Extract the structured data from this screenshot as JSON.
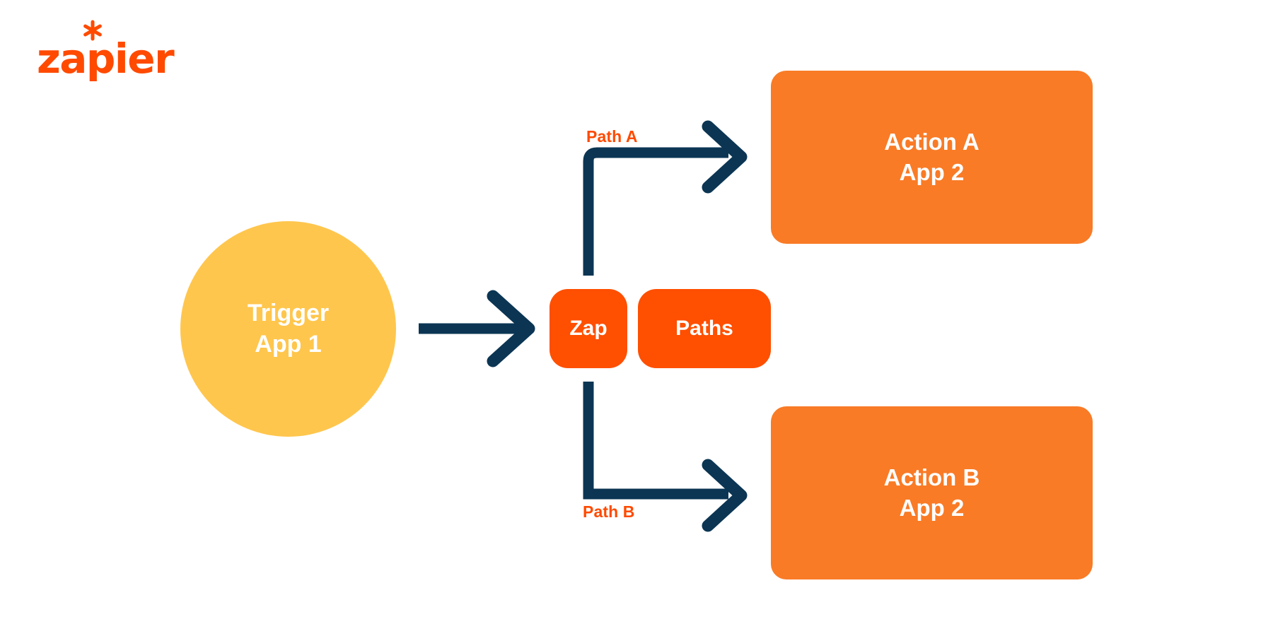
{
  "brand": {
    "logo_text": "zapier",
    "logo_icon": "asterisk-icon",
    "orange": "#FF4A00",
    "bright_orange": "#FF4F00",
    "card_orange": "#F97B26",
    "yellow": "#FFC64D",
    "navy": "#0B3553",
    "white": "#FFFFFF"
  },
  "diagram": {
    "type": "flowchart",
    "trigger": {
      "shape": "circle",
      "line1": "Trigger",
      "line2": "App 1",
      "color": "#FFC64D"
    },
    "zap": {
      "shape": "rounded-square",
      "label": "Zap",
      "color": "#FF4F00"
    },
    "paths": {
      "shape": "rounded-rect",
      "label": "Paths",
      "color": "#FF4F00"
    },
    "branches": [
      {
        "path_label": "Path A",
        "action_line1": "Action A",
        "action_line2": "App 2",
        "color": "#F97B26"
      },
      {
        "path_label": "Path B",
        "action_line1": "Action B",
        "action_line2": "App 2",
        "color": "#F97B26"
      }
    ],
    "connectors": [
      {
        "name": "trigger-to-zap",
        "style": "straight-arrow",
        "color": "#0B3553"
      },
      {
        "name": "zap-to-action-a",
        "style": "elbow-up-arrow",
        "color": "#0B3553"
      },
      {
        "name": "zap-to-action-b",
        "style": "elbow-down-arrow",
        "color": "#0B3553"
      }
    ]
  }
}
